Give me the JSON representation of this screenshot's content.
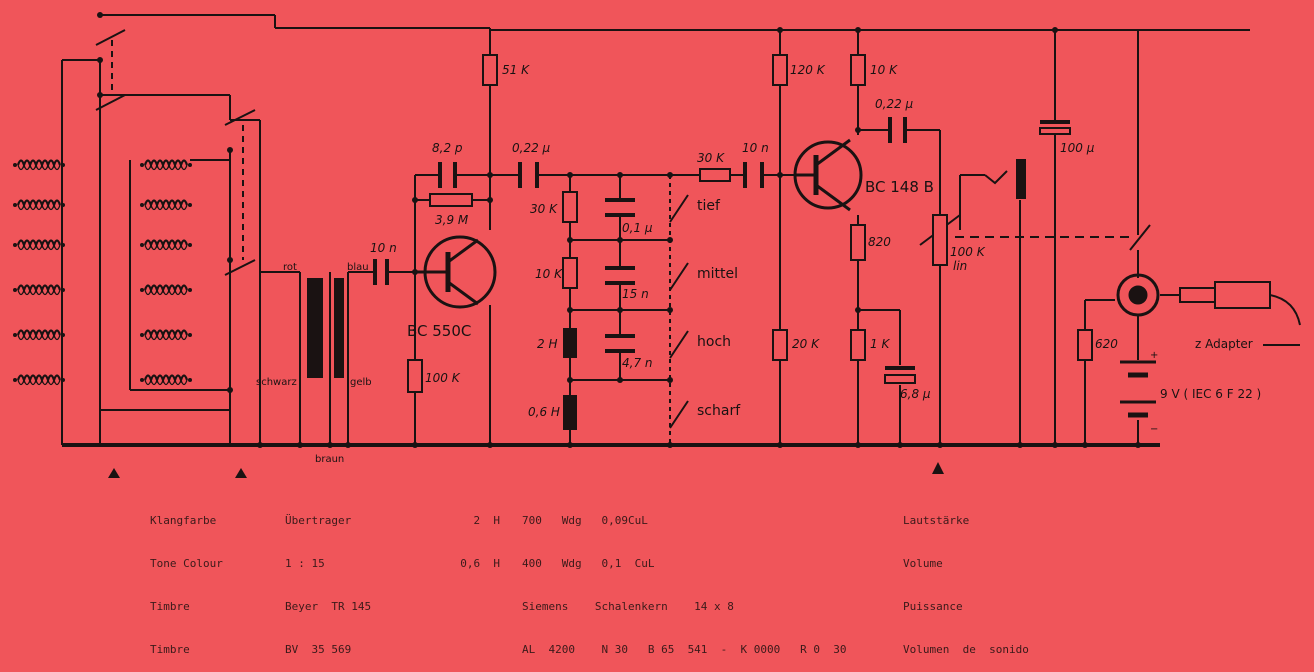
{
  "palette": {
    "background": "#f0555a",
    "ink": "#1a1212"
  },
  "components": {
    "r51k": "51 K",
    "r120k": "120 K",
    "r10k_top": "10 K",
    "c022_out": "0,22 µ",
    "c100u": "100 µ",
    "c82p": "8,2 p",
    "c022_in": "0,22 µ",
    "r30k_series": "30 K",
    "c10n_series": "10 n",
    "r39m": "3,9 M",
    "r30k_ladder": "30 K",
    "c01u": "0,1 µ",
    "r10k_ladder": "10 K",
    "c15n": "15 n",
    "l2h": "2 H",
    "c47n": "4,7 n",
    "l06h": "0,6 H",
    "c10n_in": "10 n",
    "r100k": "100 K",
    "r820": "820",
    "r20k": "20 K",
    "r1k": "1 K",
    "c68u": "6,8 µ",
    "pot_value": "100 K",
    "pot_taper": "lin",
    "r620": "620"
  },
  "transistors": {
    "q1": "BC 550C",
    "q2": "BC 148 B"
  },
  "switches": {
    "tief": "tief",
    "mittel": "mittel",
    "hoch": "hoch",
    "scharf": "scharf"
  },
  "wires": {
    "rot": "rot",
    "blau": "blau",
    "schwarz": "schwarz",
    "gelb": "gelb",
    "braun": "braun"
  },
  "connector": {
    "adapter": "z  Adapter",
    "battery": "9 V  ( IEC  6 F 22 )"
  },
  "notes": {
    "col1": [
      "Klangfarbe",
      "Tone Colour",
      "Timbre",
      "Timbre"
    ],
    "col2": [
      "Übertrager",
      "1 : 15",
      "Beyer  TR 145",
      "BV  35 569"
    ],
    "col3": [
      "2  H",
      "0,6  H",
      "",
      ""
    ],
    "col4": [
      "700   Wdg   0,09CuL",
      "400   Wdg   0,1  CuL",
      "Siemens    Schalenkern    14 x 8",
      "AL  4200    N 30   B 65  541  -  K 0000   R 0  30"
    ],
    "col5": [
      "Lautstärke",
      "Volume",
      "Puissance",
      "Volumen  de  sonido"
    ]
  }
}
